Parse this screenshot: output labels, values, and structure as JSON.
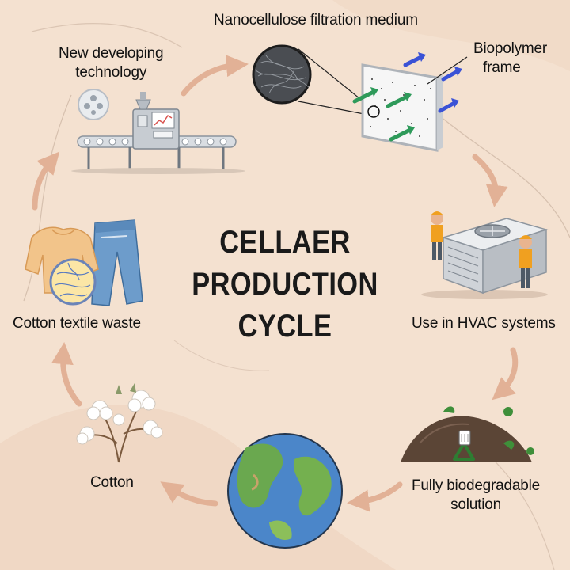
{
  "title": {
    "line1": "CELLAER",
    "line2": "PRODUCTION",
    "line3": "CYCLE"
  },
  "stages": {
    "filtration_medium": "Nanocellulose filtration medium",
    "biopolymer_frame_line1": "Biopolymer",
    "biopolymer_frame_line2": "frame",
    "new_tech_line1": "New developing",
    "new_tech_line2": "technology",
    "hvac": "Use in HVAC systems",
    "biodegradable_line1": "Fully biodegradable",
    "biodegradable_line2": "solution",
    "cotton": "Cotton",
    "textile_waste": "Cotton textile waste"
  },
  "colors": {
    "background": "#f4e1d0",
    "arrow": "#e2b196",
    "airflow_in": "#2e9a5a",
    "airflow_out": "#3a52d6"
  },
  "icons": [
    "machine-icon",
    "filter-panel-icon",
    "hvac-unit-icon",
    "compost-pile-icon",
    "earth-globe-icon",
    "cotton-plant-icon",
    "clothing-icon"
  ]
}
